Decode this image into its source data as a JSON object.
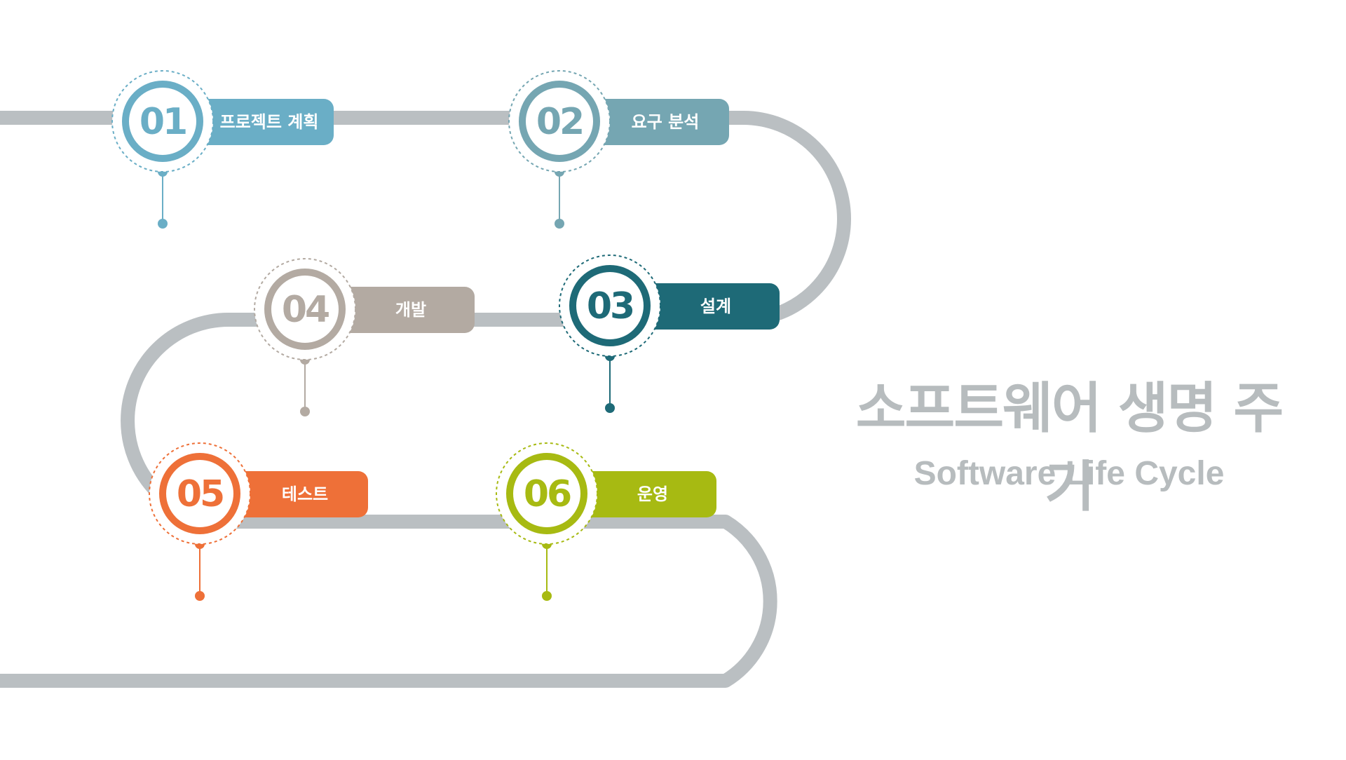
{
  "title": {
    "korean": "소프트웨어 생명 주기",
    "english": "Software Life Cycle"
  },
  "steps": [
    {
      "number": "01",
      "label": "프로젝트 계획",
      "color": "#6aaec6"
    },
    {
      "number": "02",
      "label": "요구 분석",
      "color": "#75a6b2"
    },
    {
      "number": "03",
      "label": "설계",
      "color": "#1e6a77"
    },
    {
      "number": "04",
      "label": "개발",
      "color": "#b3aaa2"
    },
    {
      "number": "05",
      "label": "테스트",
      "color": "#ee7038"
    },
    {
      "number": "06",
      "label": "운영",
      "color": "#a7ba12"
    }
  ],
  "colors": {
    "path": "#babfc2",
    "background": "#ffffff",
    "title": "#b7bcbe"
  }
}
